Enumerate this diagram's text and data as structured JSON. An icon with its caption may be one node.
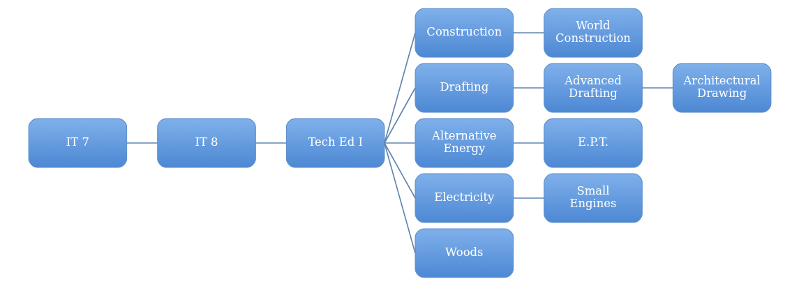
{
  "diagram": {
    "nodes": [
      {
        "text": [
          "IT 7"
        ]
      },
      {
        "text": [
          "IT 8"
        ]
      },
      {
        "text": [
          "Tech Ed I"
        ]
      },
      {
        "text": [
          "Construction"
        ]
      },
      {
        "text": [
          "World Construction"
        ]
      },
      {
        "text": [
          "Drafting"
        ]
      },
      {
        "text": [
          "Advanced Drafting"
        ]
      },
      {
        "text": [
          "Architectural Drawing"
        ]
      },
      {
        "text": [
          "Alternative Energy"
        ]
      },
      {
        "text": [
          "E.P.T."
        ]
      },
      {
        "text": [
          "Electricity"
        ]
      },
      {
        "text": [
          "Small Engines"
        ]
      },
      {
        "text": [
          "Woods"
        ]
      }
    ],
    "edges": [
      {
        "from": 0,
        "to": 1,
        "arrow": "none"
      },
      {
        "from": 1,
        "to": 2,
        "arrow": "none"
      },
      {
        "from": 2,
        "to": 3,
        "arrow": "none"
      },
      {
        "from": 2,
        "to": 5,
        "arrow": "none"
      },
      {
        "from": 2,
        "to": 8,
        "arrow": "none"
      },
      {
        "from": 2,
        "to": 10,
        "arrow": "none"
      },
      {
        "from": 2,
        "to": 12,
        "arrow": "none"
      },
      {
        "from": 3,
        "to": 4,
        "arrow": "none"
      },
      {
        "from": 5,
        "to": 6,
        "arrow": "none"
      },
      {
        "from": 6,
        "to": 7,
        "arrow": "none"
      },
      {
        "from": 8,
        "to": 9,
        "arrow": "none"
      },
      {
        "from": 10,
        "to": 11,
        "arrow": "none"
      }
    ]
  }
}
